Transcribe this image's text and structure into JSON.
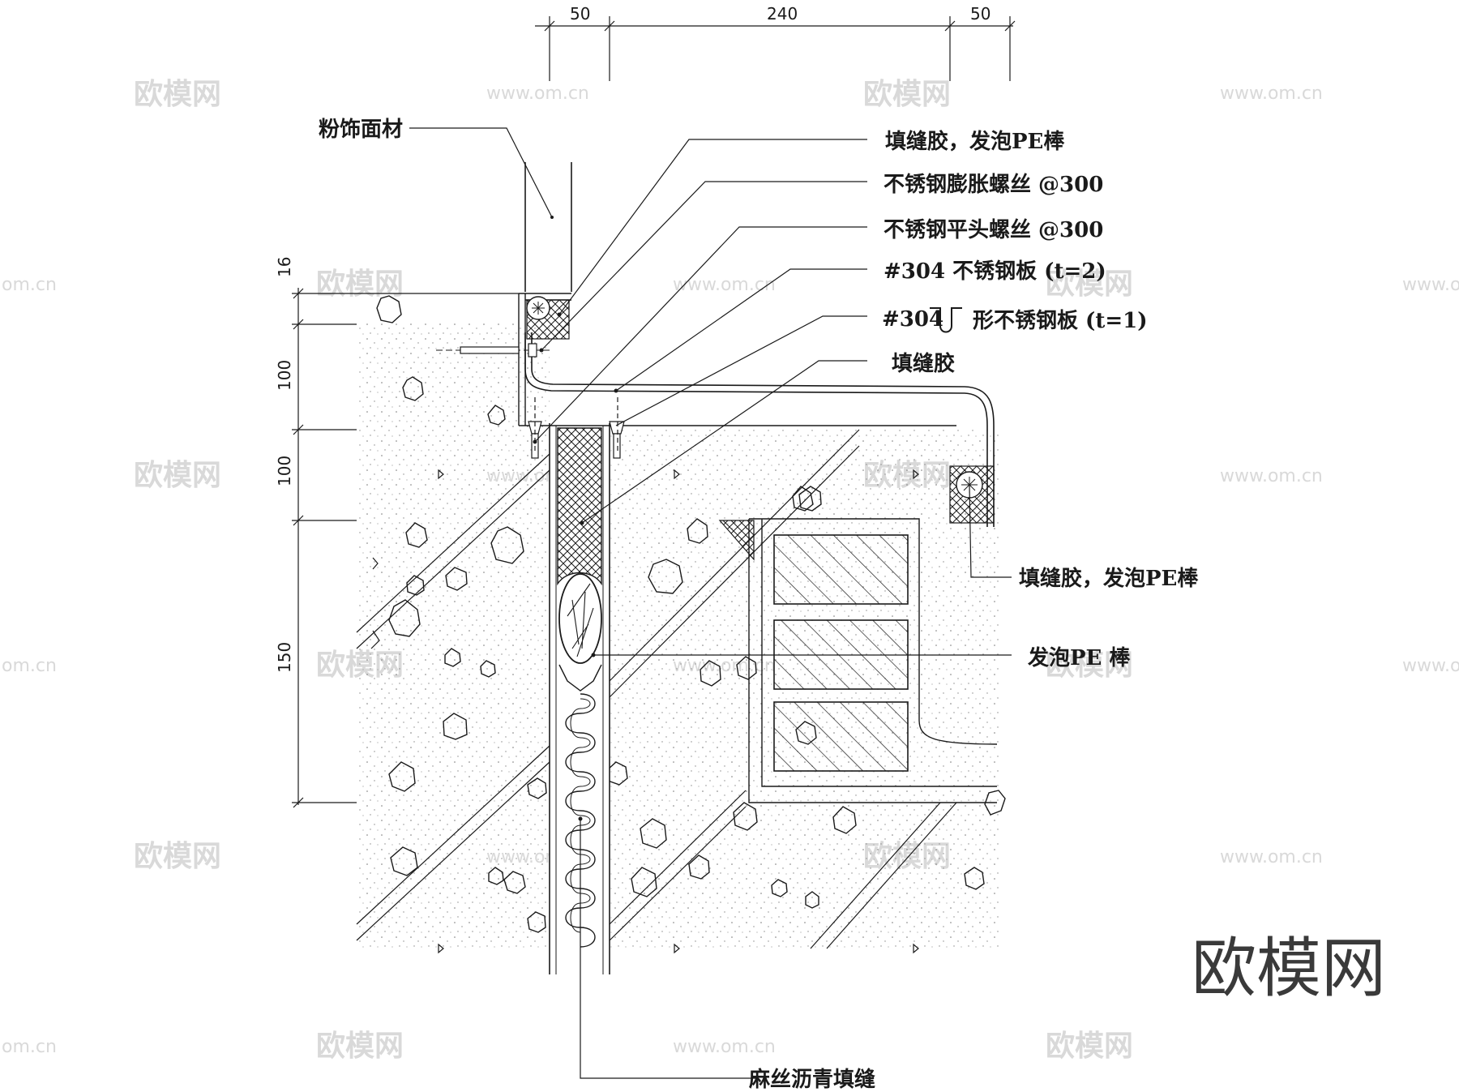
{
  "dimensions": {
    "top": [
      "50",
      "240",
      "50"
    ],
    "left": [
      "16",
      "100",
      "100",
      "150"
    ]
  },
  "labels": {
    "finish_material": "粉饰面材",
    "sealant_pe_top": "填缝胶，发泡PE棒",
    "expansion_screw": "不锈钢膨胀螺丝 @300",
    "flat_head_screw": "不锈钢平头螺丝 @300",
    "steel_plate": "#304  不锈钢板 (t=2)",
    "u_plate_prefix": "#304",
    "u_plate_suffix": "形不锈钢板 (t=1)",
    "sealant": "填缝胶",
    "sealant_pe_right": "填缝胶，发泡PE棒",
    "foam_pe_rod": "发泡PE 棒",
    "asphalt_filler": "麻丝沥青填缝"
  },
  "watermarks": {
    "brand": "欧模网",
    "url": "www.om.cn",
    "url_short": "om.cn"
  },
  "colors": {
    "ink": "#1a1a1a",
    "watermark": "#d9d9d9",
    "logo": "#3a3a3a"
  }
}
